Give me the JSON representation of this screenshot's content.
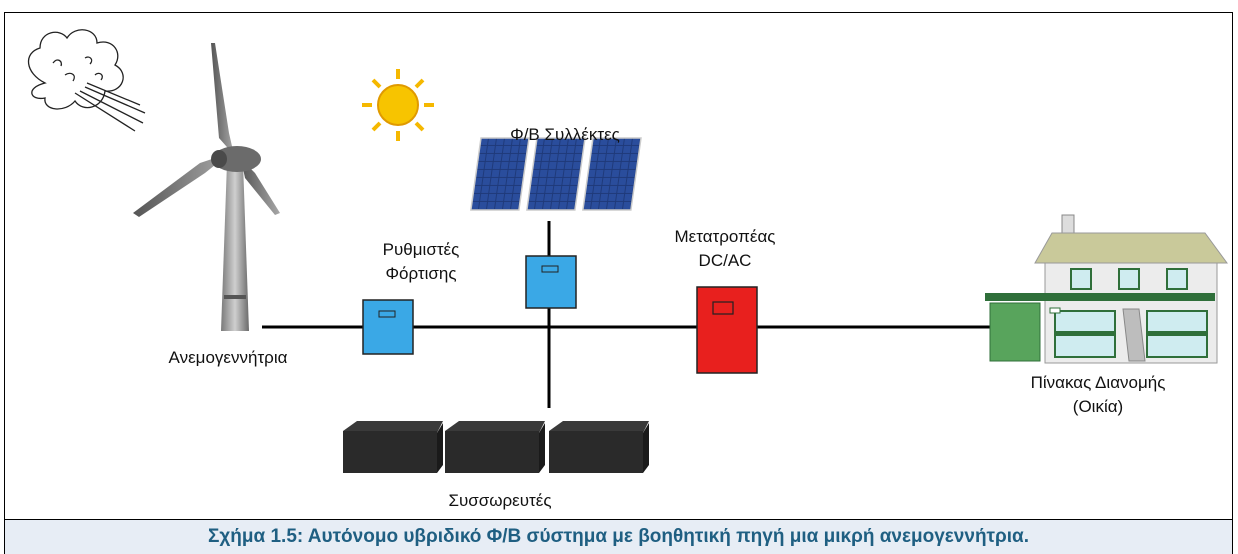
{
  "labels": {
    "pv_panels": "Φ/Β Συλλέκτες",
    "charge_controllers_line1": "Ρυθμιστές",
    "charge_controllers_line2": "Φόρτισης",
    "inverter_line1": "Μετατροπέας",
    "inverter_line2": "DC/AC",
    "wind_turbine": "Ανεμογεννήτρια",
    "batteries": "Συσσωρευτές",
    "distribution_line1": "Πίνακας Διανομής",
    "distribution_line2": "(Οικία)"
  },
  "caption": "Σχήμα 1.5: Αυτόνομο υβριδικό Φ/Β σύστημα με βοηθητική πηγή μια μικρή ανεμογεννήτρια.",
  "colors": {
    "controller": "#3aa8e6",
    "inverter": "#e8201e",
    "caption_text": "#1f5f82",
    "caption_bg": "#e7edf5",
    "sun": "#f5b800",
    "pv_panel": "#1f3a7a"
  },
  "icons": [
    "wind-cloud-icon",
    "sun-icon",
    "wind-turbine-icon",
    "pv-panel-icon",
    "battery-icon",
    "house-icon"
  ]
}
